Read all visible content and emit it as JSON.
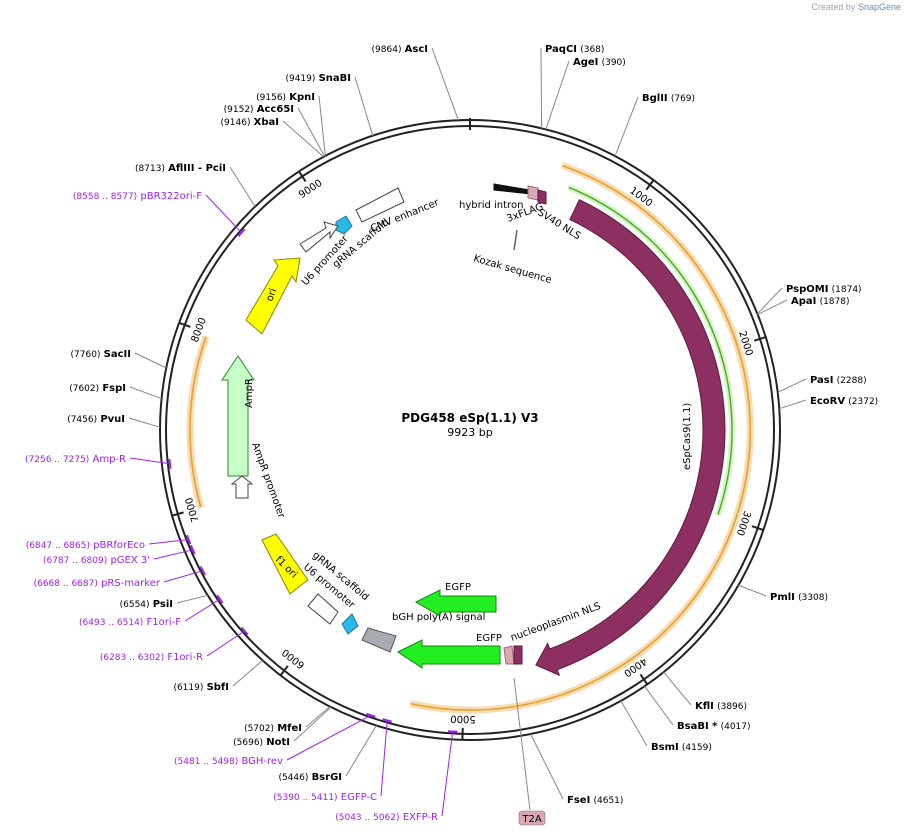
{
  "credit": {
    "prefix": "Created by",
    "brand": "SnapGene"
  },
  "plasmid": {
    "name": "PDG458 eSp(1.1) V3",
    "length": "9923 bp",
    "bp": 9923
  },
  "ticks": [
    "1000",
    "2000",
    "3000",
    "4000",
    "5000",
    "6000",
    "7000",
    "8000",
    "9000"
  ],
  "sites": [
    {
      "name": "AscI",
      "pos": "(9864)",
      "bp": 9864,
      "posFirst": true
    },
    {
      "name": "PaqCI",
      "pos": "(368)",
      "bp": 368
    },
    {
      "name": "AgeI",
      "pos": "(390)",
      "bp": 390
    },
    {
      "name": "BglII",
      "pos": "(769)",
      "bp": 769
    },
    {
      "name": "PspOMI",
      "pos": "(1874)",
      "bp": 1874
    },
    {
      "name": "ApaI",
      "pos": "(1878)",
      "bp": 1878
    },
    {
      "name": "PasI",
      "pos": "(2288)",
      "bp": 2288
    },
    {
      "name": "EcoRV",
      "pos": "(2372)",
      "bp": 2372
    },
    {
      "name": "PmlI",
      "pos": "(3308)",
      "bp": 3308
    },
    {
      "name": "KflI",
      "pos": "(3896)",
      "bp": 3896
    },
    {
      "name": "BsaBI *",
      "pos": "(4017)",
      "bp": 4017
    },
    {
      "name": "BsmI",
      "pos": "(4159)",
      "bp": 4159
    },
    {
      "name": "FseI",
      "pos": "(4651)",
      "bp": 4651
    },
    {
      "name": "BsrGI",
      "pos": "(5446)",
      "bp": 5446,
      "posFirst": true
    },
    {
      "name": "NotI",
      "pos": "(5696)",
      "bp": 5696,
      "posFirst": true
    },
    {
      "name": "MfeI",
      "pos": "(5702)",
      "bp": 5702,
      "posFirst": true
    },
    {
      "name": "SbfI",
      "pos": "(6119)",
      "bp": 6119,
      "posFirst": true
    },
    {
      "name": "PsiI",
      "pos": "(6554)",
      "bp": 6554,
      "posFirst": true
    },
    {
      "name": "PvuI",
      "pos": "(7456)",
      "bp": 7456,
      "posFirst": true
    },
    {
      "name": "FspI",
      "pos": "(7602)",
      "bp": 7602,
      "posFirst": true
    },
    {
      "name": "SacII",
      "pos": "(7760)",
      "bp": 7760,
      "posFirst": true
    },
    {
      "name": "AflIII  - PciI",
      "pos": "(8713)",
      "bp": 8713,
      "posFirst": true
    },
    {
      "name": "XbaI",
      "pos": "(9146)",
      "bp": 9146,
      "posFirst": true
    },
    {
      "name": "Acc65I",
      "pos": "(9152)",
      "bp": 9152,
      "posFirst": true
    },
    {
      "name": "KpnI",
      "pos": "(9156)",
      "bp": 9156,
      "posFirst": true
    },
    {
      "name": "SnaBI",
      "pos": "(9419)",
      "bp": 9419,
      "posFirst": true
    }
  ],
  "primers": [
    {
      "range": "(8558 .. 8577)",
      "name": "pBR322ori-F",
      "bp": 8567
    },
    {
      "range": "(7256 .. 7275)",
      "name": "Amp-R",
      "bp": 7265
    },
    {
      "range": "(6847 .. 6865)",
      "name": "pBRforEco",
      "bp": 6856
    },
    {
      "range": "(6787 .. 6809)",
      "name": "pGEX 3'",
      "bp": 6798
    },
    {
      "range": "(6668 .. 6687)",
      "name": "pRS-marker",
      "bp": 6677
    },
    {
      "range": "(6493 .. 6514)",
      "name": "F1ori-F",
      "bp": 6503
    },
    {
      "range": "(6283 .. 6302)",
      "name": "F1ori-R",
      "bp": 6292
    },
    {
      "range": "(5481 .. 5498)",
      "name": "BGH-rev",
      "bp": 5489
    },
    {
      "range": "(5390 .. 5411)",
      "name": "EGFP-C",
      "bp": 5400
    },
    {
      "range": "(5043 .. 5062)",
      "name": "EXFP-R",
      "bp": 5052
    }
  ],
  "features": [
    {
      "label": "CMV enhancer"
    },
    {
      "label": "gRNA scaffold"
    },
    {
      "label": "U6 promoter"
    },
    {
      "label": "ori"
    },
    {
      "label": "AmpR"
    },
    {
      "label": "AmpR promoter"
    },
    {
      "label": "f1 ori"
    },
    {
      "label": "gRNA scaffold"
    },
    {
      "label": "U6 promoter"
    },
    {
      "label": "bGH poly(A) signal"
    },
    {
      "label": "EGFP"
    },
    {
      "label": "EGFP"
    },
    {
      "label": "nucleoplasmin NLS"
    },
    {
      "label": "eSpCas9(1.1)"
    },
    {
      "label": "hybrid intron"
    },
    {
      "label": "SV40 NLS"
    },
    {
      "label": "3xFLAG"
    },
    {
      "label": "Kozak sequence"
    },
    {
      "label": "T2A"
    }
  ],
  "colors": {
    "backbone": "#222222",
    "cas9": "#8e2f62",
    "egfp": "#22ee22",
    "ori": "#ffff00",
    "ampr": "#c8ffc8",
    "gRNA": "#2ab8e8",
    "primer": "#a020f0",
    "orange": "#e8a030"
  }
}
